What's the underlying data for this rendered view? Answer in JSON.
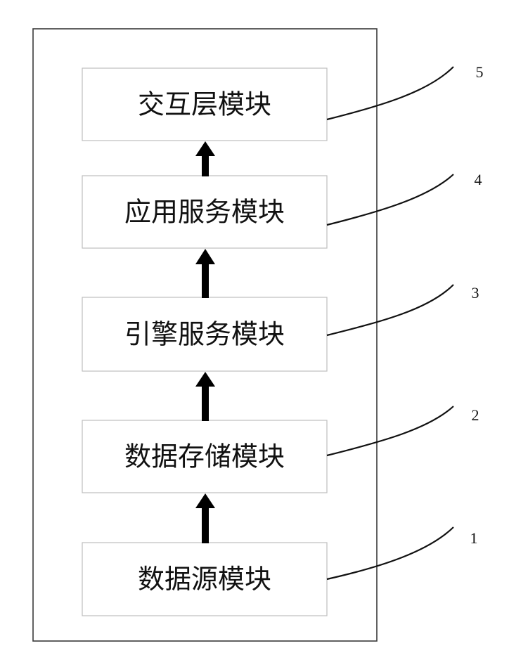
{
  "modules": [
    {
      "label": "交互层模块",
      "ref": "5"
    },
    {
      "label": "应用服务模块",
      "ref": "4"
    },
    {
      "label": "引擎服务模块",
      "ref": "3"
    },
    {
      "label": "数据存储模块",
      "ref": "2"
    },
    {
      "label": "数据源模块",
      "ref": "1"
    }
  ],
  "flow_direction": "bottom-to-top",
  "colors": {
    "box_border": "#bfbfbf",
    "frame_border": "#3a3a3a",
    "arrow": "#000000",
    "text": "#111111"
  }
}
